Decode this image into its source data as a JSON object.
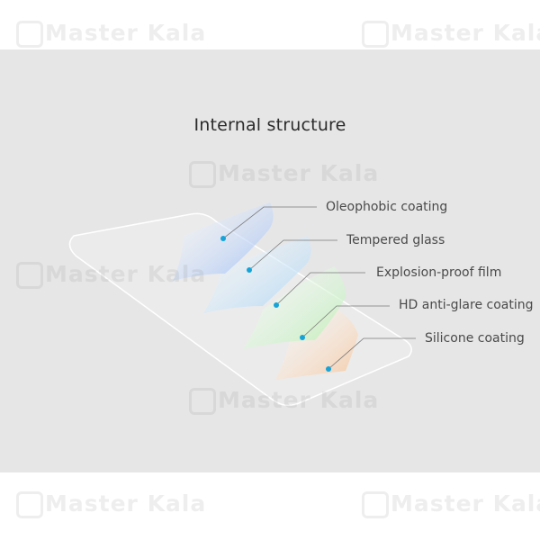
{
  "title": "Internal structure",
  "layers": [
    {
      "label": "Oleophobic coating",
      "color": "#9cbcf3"
    },
    {
      "label": "Tempered glass",
      "color": "#a9d4f5"
    },
    {
      "label": "Explosion-proof film",
      "color": "#b9eeb4"
    },
    {
      "label": "HD anti-glare coating",
      "color": "#f4c8a2"
    },
    {
      "label": "Silicone coating",
      "color": "#ffffff"
    }
  ],
  "watermark": "Master Kala",
  "colors": {
    "panel": "#e6e6e6",
    "dot": "#16a3d8",
    "leader": "#7a7a7a"
  }
}
